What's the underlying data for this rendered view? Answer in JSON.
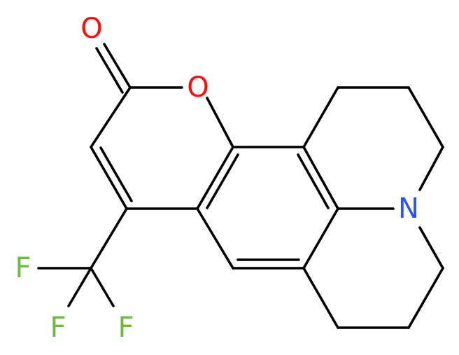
{
  "molecule": {
    "atoms": [
      {
        "id": "O_carbonyl",
        "label": "O",
        "color": "#ff0d0d"
      },
      {
        "id": "O_ring",
        "label": "O",
        "color": "#ff0d0d"
      },
      {
        "id": "N",
        "label": "N",
        "color": "#3050f8"
      },
      {
        "id": "F1",
        "label": "F",
        "color": "#6cbd3f"
      },
      {
        "id": "F2",
        "label": "F",
        "color": "#6cbd3f"
      },
      {
        "id": "F3",
        "label": "F",
        "color": "#6cbd3f"
      }
    ],
    "bond_color": "#000000"
  }
}
